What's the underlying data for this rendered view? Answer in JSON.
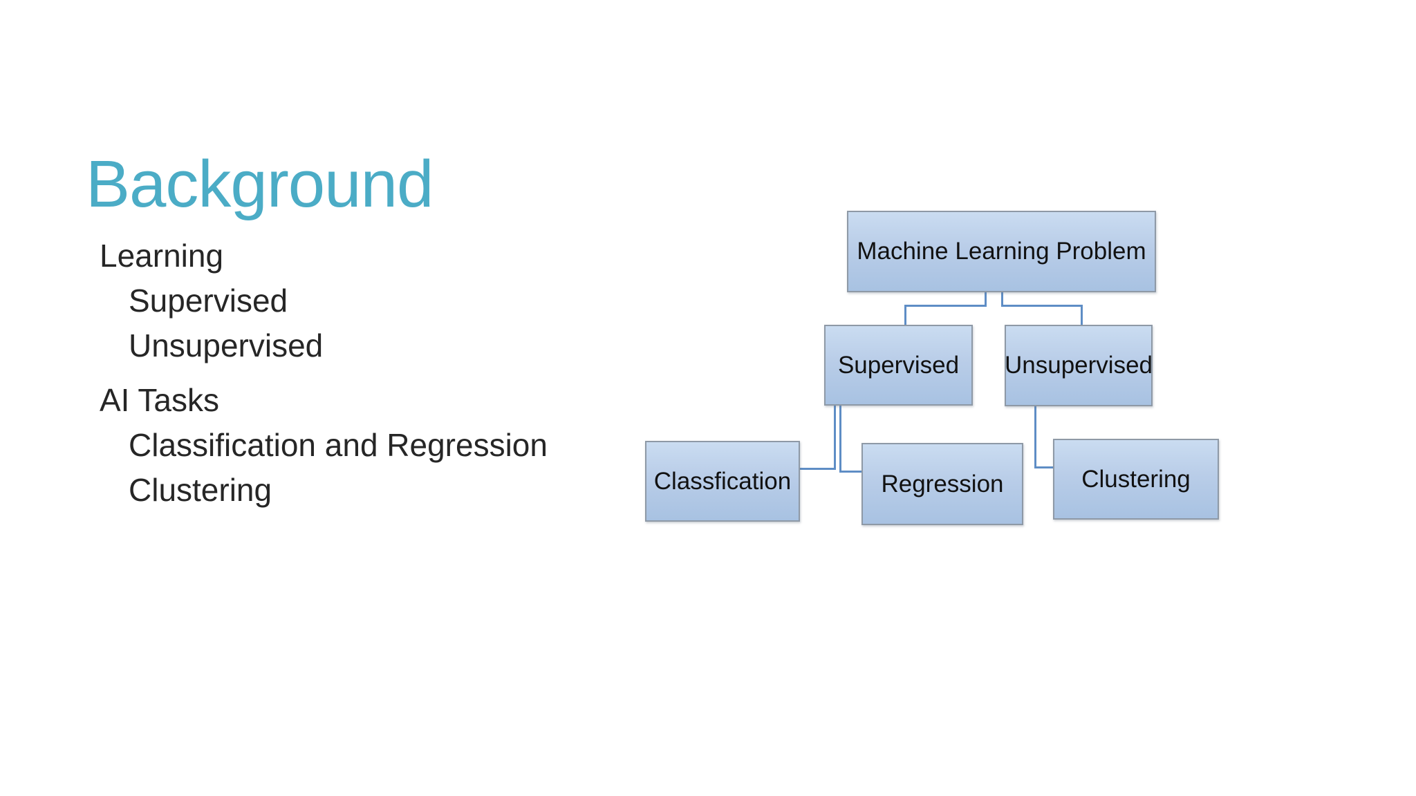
{
  "slide": {
    "title": "Background",
    "title_color": "#4BACC6",
    "background_color": "#FFFFFF",
    "body_text_color": "#262626"
  },
  "outline": {
    "items": [
      {
        "text": "Learning",
        "level": 1
      },
      {
        "text": "Supervised",
        "level": 2
      },
      {
        "text": "Unsupervised",
        "level": 2
      },
      {
        "text": "AI Tasks",
        "level": 1
      },
      {
        "text": "Classification and Regression",
        "level": 2
      },
      {
        "text": "Clustering",
        "level": 2
      }
    ]
  },
  "diagram": {
    "node_fill_top": "#CADCF1",
    "node_fill_bottom": "#A8C2E2",
    "node_border_color": "#8E99A6",
    "node_text_color": "#111111",
    "connector_color": "#5E8DC5",
    "nodes": [
      {
        "id": "root",
        "label": "Machine Learning Problem"
      },
      {
        "id": "supervised",
        "label": "Supervised",
        "parent": "root"
      },
      {
        "id": "unsupervised",
        "label": "Unsupervised",
        "parent": "root"
      },
      {
        "id": "classfication",
        "label": "Classfication",
        "parent": "supervised"
      },
      {
        "id": "regression",
        "label": "Regression",
        "parent": "supervised"
      },
      {
        "id": "clustering",
        "label": "Clustering",
        "parent": "unsupervised"
      }
    ]
  }
}
